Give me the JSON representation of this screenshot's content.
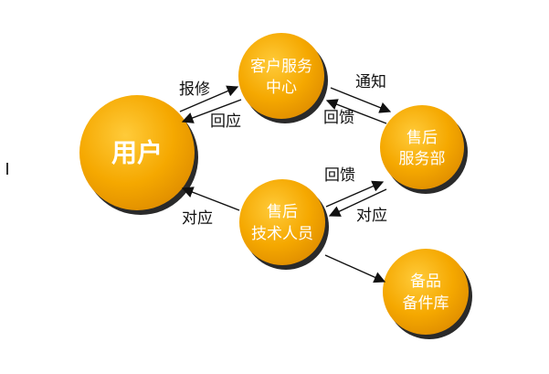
{
  "nodes": {
    "user": {
      "label": "用户"
    },
    "service_center": {
      "line1": "客户服务",
      "line2": "中心"
    },
    "after_sales_dept": {
      "line1": "售后",
      "line2": "服务部"
    },
    "tech_staff": {
      "line1": "售后",
      "line2": "技术人员"
    },
    "spare_parts": {
      "line1": "备品",
      "line2": "备件库"
    }
  },
  "edges": {
    "report_repair": "报修",
    "response": "回应",
    "notify": "通知",
    "feedback_top": "回馈",
    "feedback_mid": "回馈",
    "respond_mid": "对应",
    "respond_left": "对应"
  },
  "colors": {
    "node_fill": "#F5A800",
    "node_shadow": "#333333",
    "arrow": "#111111",
    "text_on_node": "#ffffff"
  }
}
